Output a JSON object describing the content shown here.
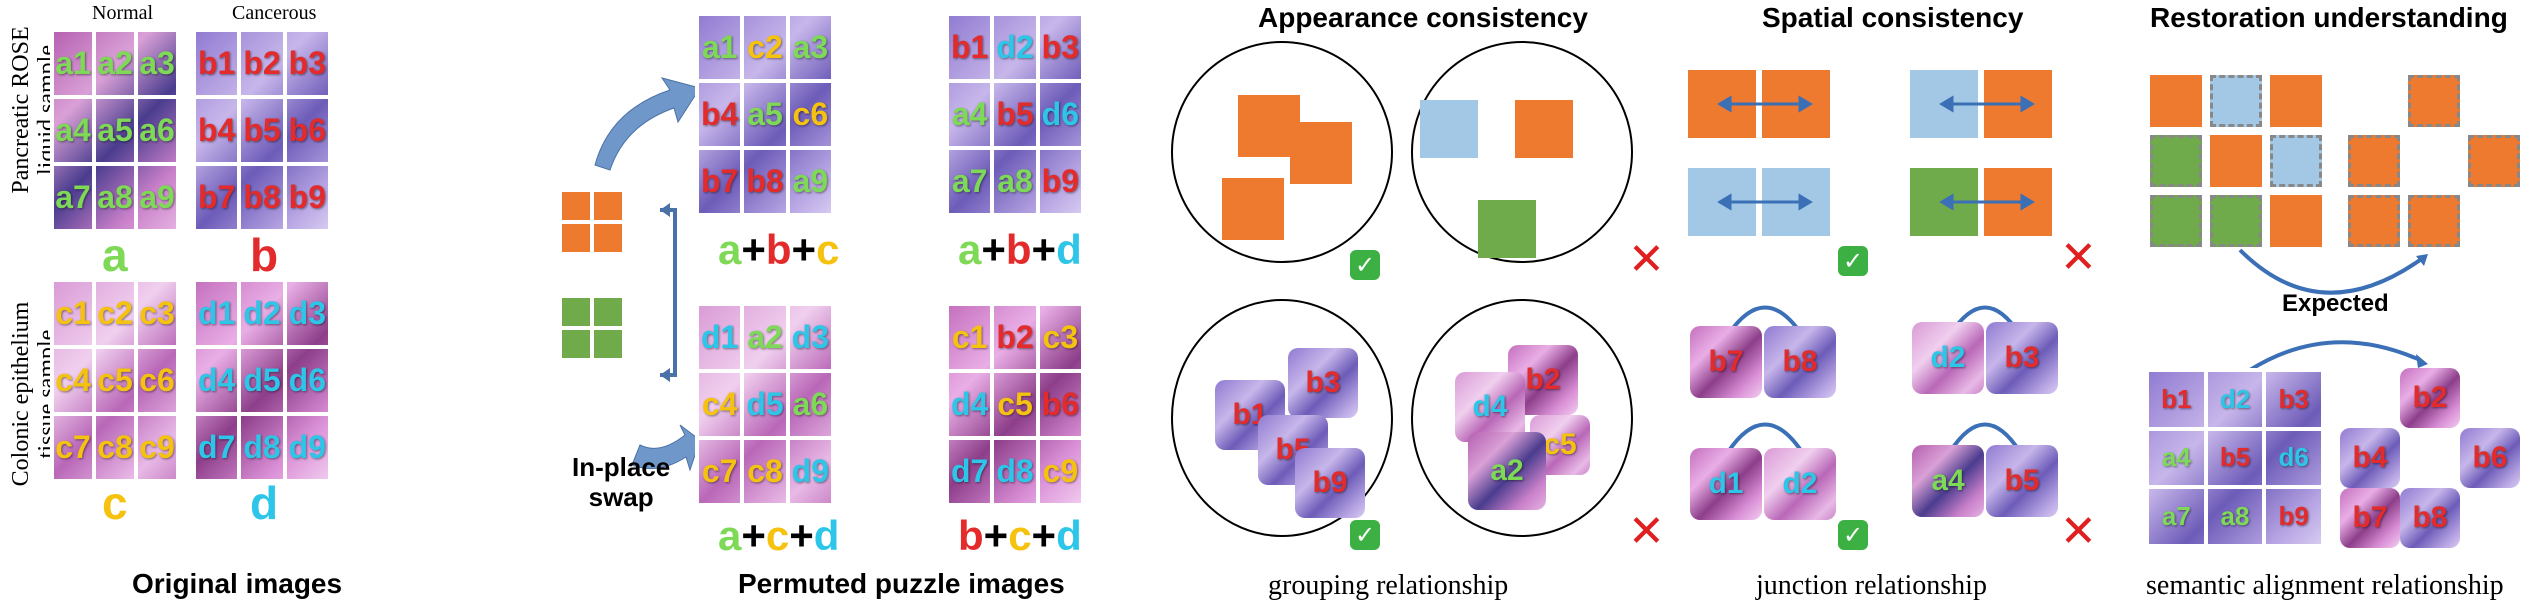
{
  "original": {
    "col_normal": "Normal",
    "col_cancerous": "Cancerous",
    "row_pancreatic": [
      "Pancreatic ROSE",
      "liquid sample"
    ],
    "row_colonic": [
      "Colonic epithelium",
      "tissue sample"
    ],
    "letters": [
      "a",
      "b",
      "c",
      "d"
    ],
    "grid_a": [
      "a1",
      "a2",
      "a3",
      "a4",
      "a5",
      "a6",
      "a7",
      "a8",
      "a9"
    ],
    "grid_b": [
      "b1",
      "b2",
      "b3",
      "b4",
      "b5",
      "b6",
      "b7",
      "b8",
      "b9"
    ],
    "grid_c": [
      "c1",
      "c2",
      "c3",
      "c4",
      "c5",
      "c6",
      "c7",
      "c8",
      "c9"
    ],
    "grid_d": [
      "d1",
      "d2",
      "d3",
      "d4",
      "d5",
      "d6",
      "d7",
      "d8",
      "d9"
    ],
    "title": "Original images"
  },
  "swap": {
    "label": [
      "In-place",
      "swap"
    ]
  },
  "permuted": {
    "grid_acb": [
      "a1",
      "c2",
      "a3",
      "b4",
      "a5",
      "c6",
      "b7",
      "b8",
      "a9"
    ],
    "grid_abd": [
      "b1",
      "d2",
      "b3",
      "a4",
      "b5",
      "d6",
      "a7",
      "a8",
      "b9"
    ],
    "grid_acd": [
      "d1",
      "a2",
      "d3",
      "c4",
      "d5",
      "a6",
      "c7",
      "c8",
      "d9"
    ],
    "grid_bcd": [
      "c1",
      "b2",
      "c3",
      "d4",
      "c5",
      "b6",
      "d7",
      "d8",
      "c9"
    ],
    "formula_1": [
      "a",
      "+",
      "b",
      "+",
      "c"
    ],
    "formula_2": [
      "a",
      "+",
      "b",
      "+",
      "d"
    ],
    "formula_3": [
      "a",
      "+",
      "c",
      "+",
      "d"
    ],
    "formula_4": [
      "b",
      "+",
      "c",
      "+",
      "d"
    ],
    "title": "Permuted puzzle images"
  },
  "appearance": {
    "title": "Appearance consistency",
    "caption": "grouping relationship",
    "pieces_good": [
      "b3",
      "b1",
      "b5",
      "b9"
    ],
    "pieces_bad": [
      "b2",
      "d4",
      "c5",
      "a2"
    ]
  },
  "spatial": {
    "title": "Spatial consistency",
    "caption": "junction relationship",
    "pairs": [
      [
        "b7",
        "b8"
      ],
      [
        "d2",
        "b3"
      ],
      [
        "d1",
        "d2"
      ],
      [
        "a4",
        "b5"
      ]
    ]
  },
  "restoration": {
    "title": "Restoration understanding",
    "expected": "Expected",
    "caption": "semantic alignment relationship",
    "grid_full": [
      "b1",
      "d2",
      "b3",
      "a4",
      "b5",
      "d6",
      "a7",
      "a8",
      "b9"
    ],
    "grid_holes": [
      "b2",
      "b4",
      "b6",
      "b7",
      "b8"
    ]
  },
  "colors": {
    "orange": "#ee7a30",
    "blue": "#a3c8e6",
    "green": "#6fab4a",
    "check": "#3cb043",
    "cross": "#e02020"
  }
}
